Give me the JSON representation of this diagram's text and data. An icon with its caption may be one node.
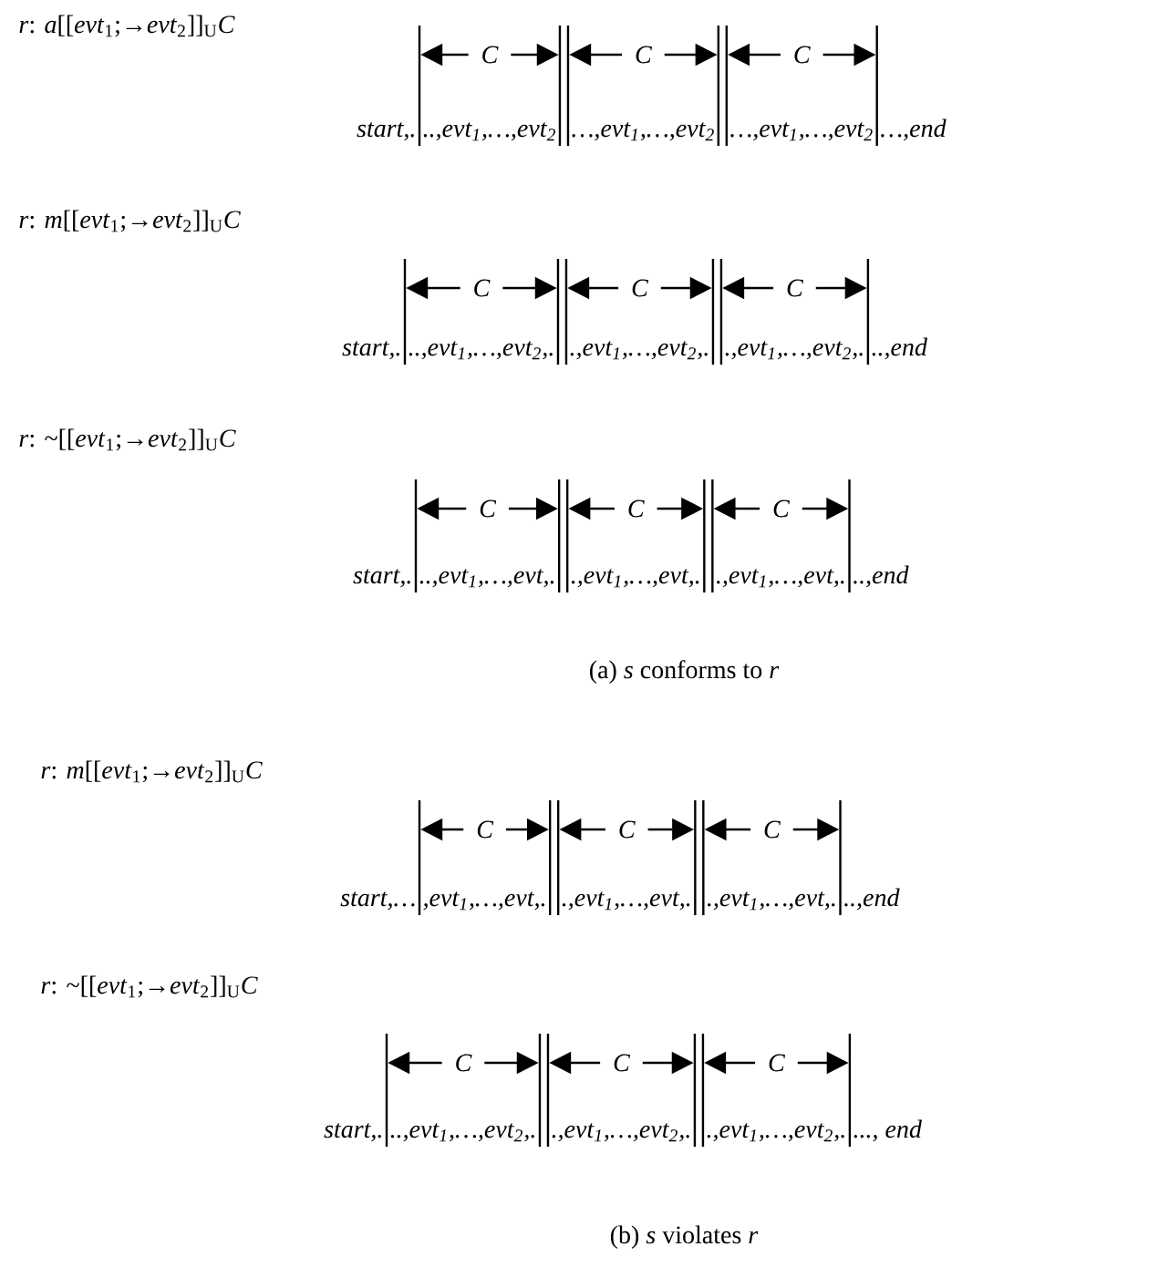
{
  "diagram": {
    "labels": [
      "*r*: *a*[[*evt*$_{1}$;→*evt*$_{2}$]]$_{U}$*C*",
      "C",
      "C",
      "C",
      "start,.",
      "..,evt$_{1}$,…,evt$_{2}$",
      "…,evt$_{1}$,…,evt$_{2}$",
      "…,evt$_{1}$,…,evt$_{2}$",
      "…,end",
      "*r*: *m*[[*evt*$_{1}$;→*evt*$_{2}$]]$_{U}$*C*",
      "C",
      "C",
      "C",
      "start,.",
      "..,evt$_{1}$,…,evt$_{2}$,.",
      ".,evt$_{1}$,…,evt$_{2}$,.",
      ".,evt$_{1}$,…,evt$_{2}$,.",
      "..,end",
      "*r*: ~[[*evt*$_{1}$;→*evt*$_{2}$]]$_{U}$*C*",
      "C",
      "C",
      "C",
      "start,.",
      "..,evt$_{1}$,…,evt,.",
      ".,evt$_{1}$,…,evt,.",
      ".,evt$_{1}$,…,evt,.",
      "..,end",
      "(a) *s* conforms to *r*",
      "*r*: *m*[[*evt*$_{1}$;→*evt*$_{2}$]]$_{U}$*C*",
      "C",
      "C",
      "C",
      "start,…",
      ",evt$_{1}$,…,evt,.",
      ".,evt$_{1}$,…,evt,.",
      ".,evt$_{1}$,…,evt,.",
      "..,end",
      "*r*: ~[[*evt*$_{1}$;→*evt*$_{2}$]]$_{U}$*C*",
      "C",
      "C",
      "C",
      "start,.",
      "..,evt$_{1}$,…,evt$_{2}$,.",
      ".,evt$_{1}$,…,evt$_{2}$,.",
      ".,evt$_{1}$,…,evt$_{2}$,.",
      "..., end",
      "(b) *s* violates *r*"
    ]
  }
}
